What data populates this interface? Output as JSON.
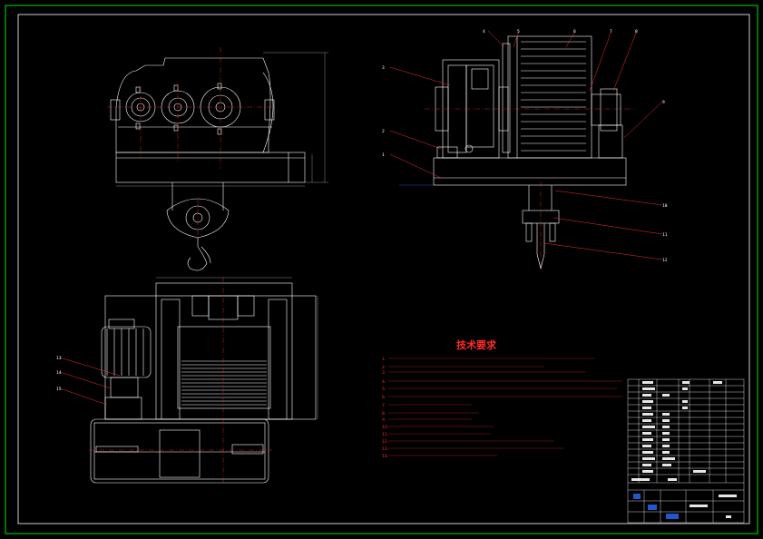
{
  "drawing": {
    "colors": {
      "background": "#000000",
      "frame": "#00e000",
      "inner_frame": "#ffffff",
      "outline": "#ffffff",
      "leader": "#ff2a2a",
      "centerline": "#ff2a2a",
      "dimension": "#b0b0b0",
      "highlight": "#2a6cff"
    },
    "icons": [
      "hook-icon",
      "motor-icon",
      "gear-icon",
      "drum-icon"
    ]
  },
  "balloons": {
    "side_view": [
      "1",
      "2",
      "3",
      "4",
      "5",
      "6",
      "7",
      "8",
      "9",
      "10",
      "11",
      "12"
    ],
    "plan_view": [
      "13",
      "14",
      "15"
    ]
  },
  "requirements": {
    "title": "技术要求",
    "lines": [
      "1.",
      "2.",
      "3.",
      "4.",
      "5.",
      "6.",
      "7.",
      "8.",
      "9.",
      "10.",
      "11.",
      "12.",
      "13.",
      "14."
    ]
  }
}
